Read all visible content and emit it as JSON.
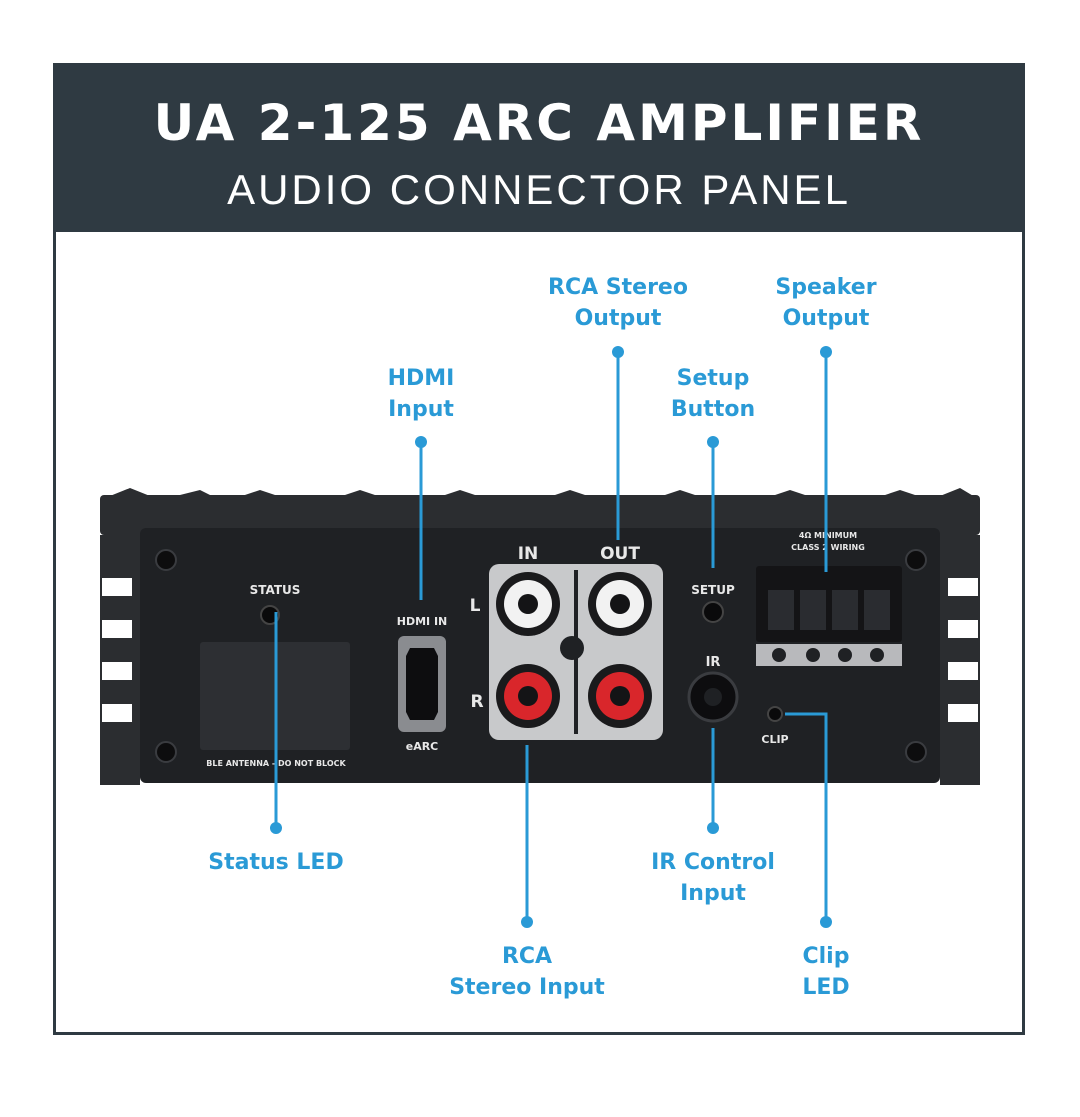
{
  "title": "UA 2-125 ARC AMPLIFIER",
  "subtitle": "AUDIO CONNECTOR PANEL",
  "colors": {
    "header": "#2f3a42",
    "callout": "#2a9ad6",
    "panel": "#1f2124"
  },
  "callouts": {
    "rca_out": [
      "RCA Stereo",
      "Output"
    ],
    "speaker": [
      "Speaker",
      "Output"
    ],
    "hdmi": [
      "HDMI",
      "Input"
    ],
    "setup": [
      "Setup",
      "Button"
    ],
    "status": [
      "Status LED"
    ],
    "ir": [
      "IR Control",
      "Input"
    ],
    "rca_in": [
      "RCA",
      "Stereo Input"
    ],
    "clip": [
      "Clip",
      "LED"
    ]
  },
  "panel_labels": {
    "status": "STATUS",
    "hdmi_in": "HDMI IN",
    "earc": "eARC",
    "in": "IN",
    "out": "OUT",
    "left": "L",
    "right": "R",
    "setup": "SETUP",
    "ir": "IR",
    "clip": "CLIP",
    "antenna": "BLE ANTENNA - DO NOT BLOCK",
    "speaker_line1": "4Ω MINIMUM",
    "speaker_line2": "CLASS 2 WIRING"
  }
}
